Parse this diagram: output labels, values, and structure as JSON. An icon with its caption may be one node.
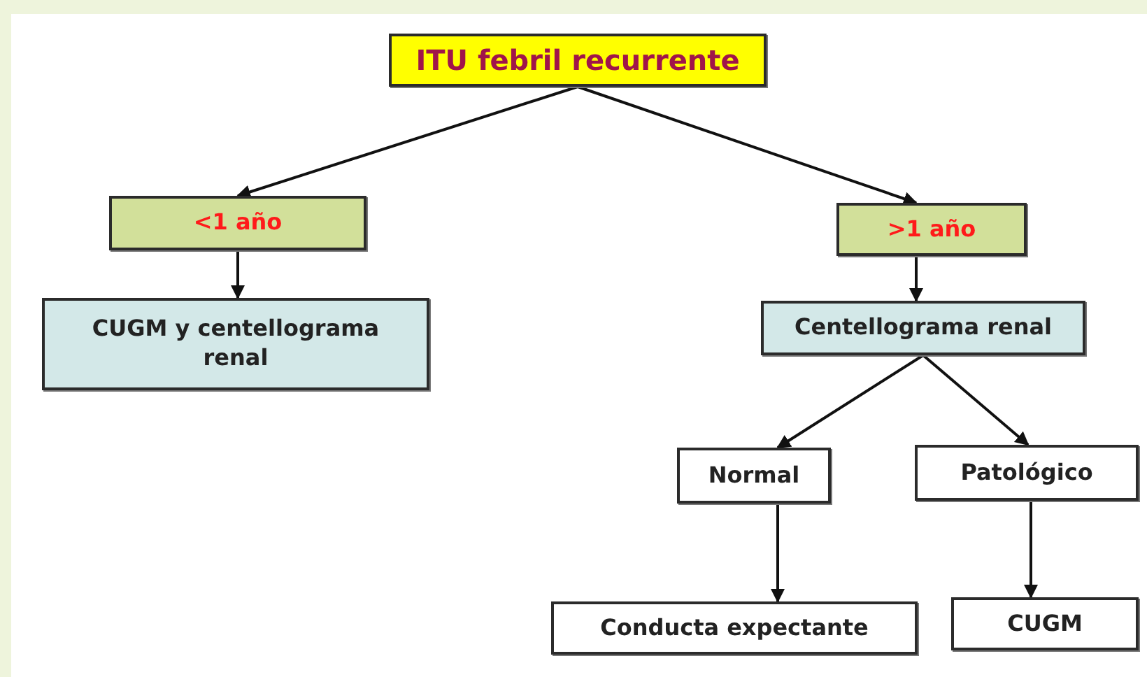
{
  "diagram": {
    "nodes": [
      {
        "text": [
          "ITU febril recurrente"
        ]
      },
      {
        "text": [
          "<1 año"
        ]
      },
      {
        "text": [
          ">1 año"
        ]
      },
      {
        "text": [
          "CUGM y centellograma renal"
        ]
      },
      {
        "text": [
          "Centellograma renal"
        ]
      },
      {
        "text": [
          "Normal"
        ]
      },
      {
        "text": [
          "Patológico"
        ]
      },
      {
        "text": [
          "Conducta expectante"
        ]
      },
      {
        "text": [
          "CUGM"
        ]
      }
    ],
    "edges": [
      {
        "from": 0,
        "to": 1,
        "arrow": "to"
      },
      {
        "from": 0,
        "to": 2,
        "arrow": "to"
      },
      {
        "from": 1,
        "to": 3,
        "arrow": "to"
      },
      {
        "from": 2,
        "to": 4,
        "arrow": "to"
      },
      {
        "from": 4,
        "to": 5,
        "arrow": "to"
      },
      {
        "from": 4,
        "to": 6,
        "arrow": "to"
      },
      {
        "from": 5,
        "to": 7,
        "arrow": "to"
      },
      {
        "from": 6,
        "to": 8,
        "arrow": "to"
      }
    ]
  }
}
